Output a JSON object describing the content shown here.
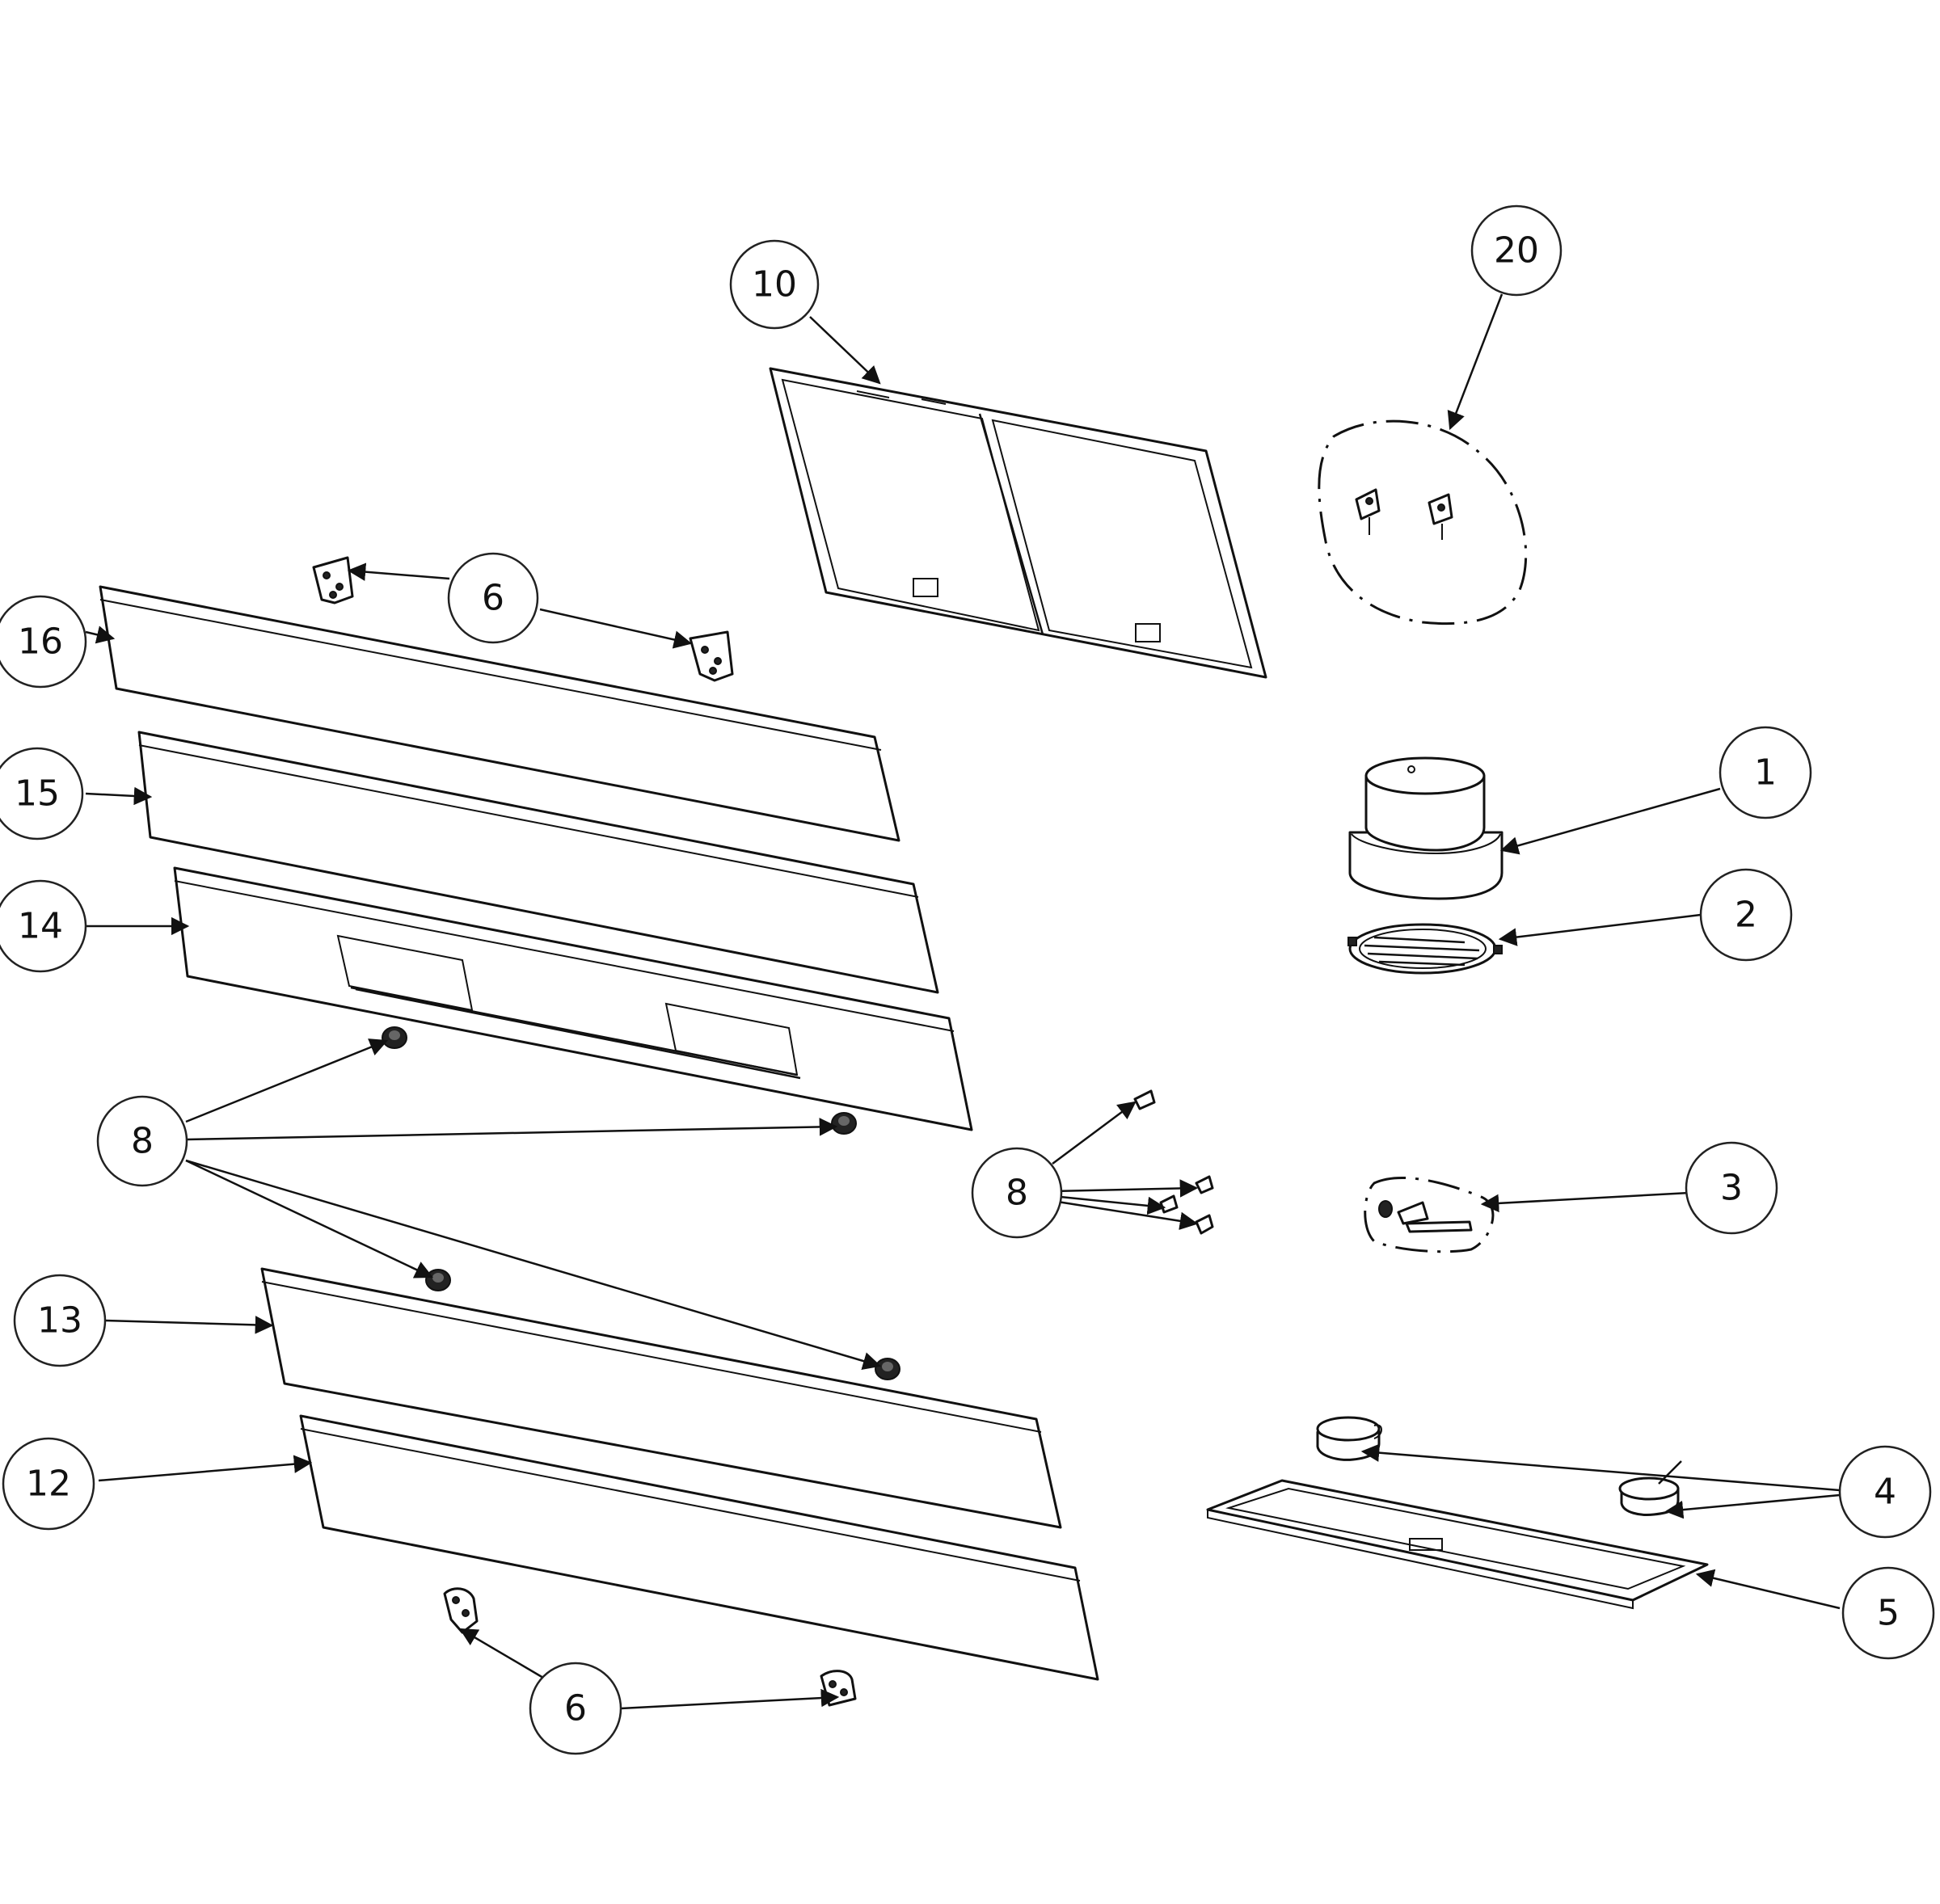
{
  "callouts": [
    {
      "id": "c10",
      "label": "10"
    },
    {
      "id": "c20",
      "label": "20"
    },
    {
      "id": "c6a",
      "label": "6"
    },
    {
      "id": "c16",
      "label": "16"
    },
    {
      "id": "c15",
      "label": "15"
    },
    {
      "id": "c14",
      "label": "14"
    },
    {
      "id": "c1",
      "label": "1"
    },
    {
      "id": "c2",
      "label": "2"
    },
    {
      "id": "c8a",
      "label": "8"
    },
    {
      "id": "c8b",
      "label": "8"
    },
    {
      "id": "c3",
      "label": "3"
    },
    {
      "id": "c13",
      "label": "13"
    },
    {
      "id": "c12",
      "label": "12"
    },
    {
      "id": "c4",
      "label": "4"
    },
    {
      "id": "c5",
      "label": "5"
    },
    {
      "id": "c6b",
      "label": "6"
    }
  ]
}
